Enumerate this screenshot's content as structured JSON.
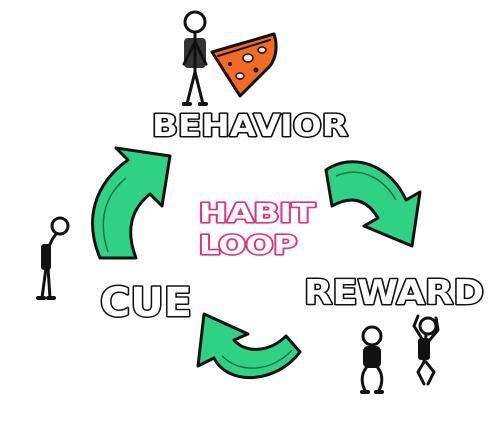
{
  "labels": {
    "behavior": "BEHAVIOR",
    "reward": "REWARD",
    "cue": "CUE",
    "habit": "HABIT",
    "loop": "LOOP"
  },
  "colors": {
    "arrow_fill": "#2fd184",
    "outline": "#111111",
    "center_text": "#e0357a",
    "pizza": "#f26a24",
    "background": "#ffffff"
  },
  "icons": [
    "stick-figure-icon",
    "pizza-slice-icon",
    "cycle-arrow-icon"
  ]
}
